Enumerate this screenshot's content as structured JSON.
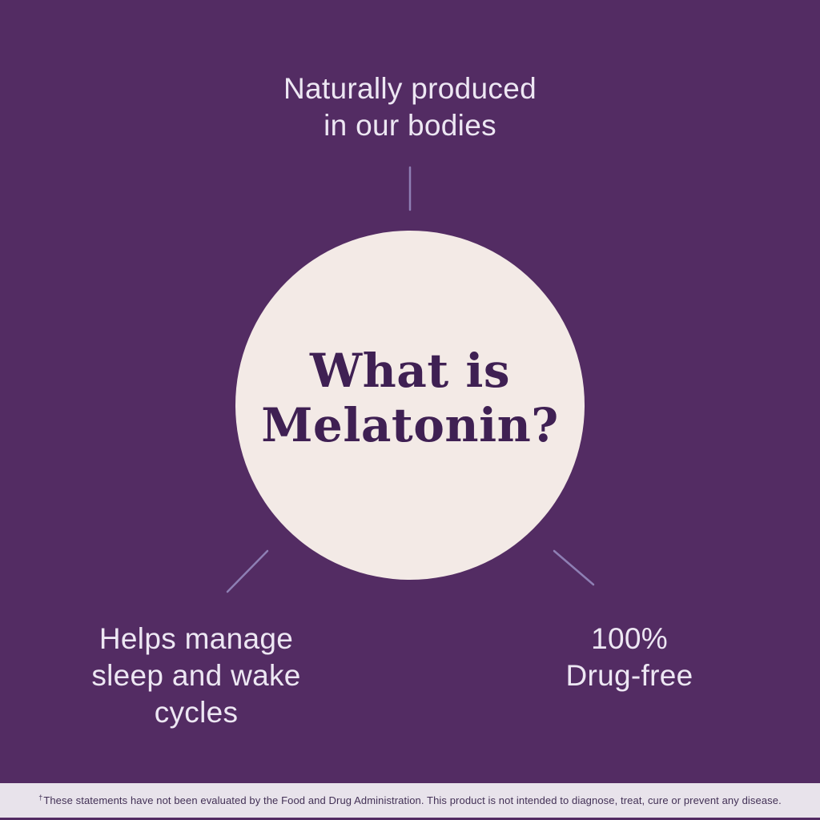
{
  "title": {
    "line1": "What is",
    "line2": "Melatonin?"
  },
  "callouts": {
    "top": {
      "line1": "Naturally produced",
      "line2": "in our bodies"
    },
    "bottom_left": {
      "line1": "Helps manage",
      "line2": "sleep and wake",
      "line3": "cycles"
    },
    "bottom_right": {
      "line1": "100%",
      "line2": "Drug-free"
    }
  },
  "disclaimer": {
    "dagger": "†",
    "text": "These statements have not been evaluated by the Food and Drug Administration. This product is not intended to diagnose, treat, cure or prevent any disease."
  },
  "colors": {
    "background": "#532C63",
    "circle": "#F3EAE6",
    "title_text": "#3F2053",
    "callout_text": "#EDE7F3",
    "connector": "#8E7FB4",
    "disclaimer_bg": "#E8E3EB",
    "disclaimer_text": "#433156"
  }
}
